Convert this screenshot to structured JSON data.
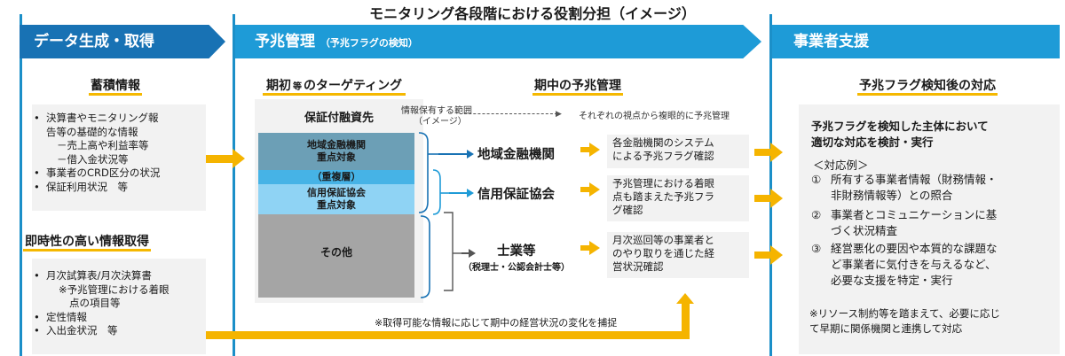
{
  "title": "モニタリング各段階における役割分担（イメージ）",
  "headers": {
    "col1": "データ生成・取得",
    "col2_main": "予兆管理",
    "col2_sub": "（予兆フラグの検知）",
    "col3": "事業者支援"
  },
  "col1": {
    "accum_title": "蓄積情報",
    "accum_items": [
      "決算書やモニタリング報",
      "告等の基礎的な情報",
      "－売上高や利益率等",
      "－借入金状況等",
      "事業者のCRD区分の状況",
      "保証利用状況　等"
    ],
    "realtime_title": "即時性の高い情報取得",
    "realtime_items": [
      "月次試算表/月次決算書",
      "※予兆管理における着眼",
      "点の項目等",
      "定性情報",
      "入出金状況　等"
    ]
  },
  "col2": {
    "targeting_title_a": "期初",
    "targeting_title_small": "等",
    "targeting_title_b": "のターゲティング",
    "midterm_title": "期中の予兆管理",
    "guarantee_title": "保証付融資先",
    "info_range_label": "情報保有する範囲",
    "info_range_sub": "（イメージ）",
    "multi_view_label": "それぞれの視点から複眼的に予兆管理",
    "bars": {
      "regional": "地域金融機関\n重点対象",
      "overlap": "（重複層）",
      "guarantee": "信用保証協会\n重点対象",
      "other": "その他"
    },
    "actors": {
      "regional": "地域金融機関",
      "guarantee": "信用保証協会",
      "professional": "士業等",
      "professional_sub": "（税理士・公認会計士等）"
    },
    "descs": {
      "regional": "各金融機関のシステム\nによる予兆フラグ確認",
      "guarantee": "予兆管理における着眼\n点も踏まえた予兆フラ\nグ確認",
      "professional": "月次巡回等の事業者と\nのやり取りを通じた経\n営状況確認"
    },
    "note": "※取得可能な情報に応じて期中の経営状況の変化を捕捉"
  },
  "col3": {
    "section_title": "予兆フラグ検知後の対応",
    "lead": "予兆フラグを検知した主体において\n適切な対応を検討・実行",
    "example_label": "＜対応例＞",
    "examples": [
      {
        "num": "①",
        "text": "所有する事業者情報（財務情報・\n非財務情報等）との照合"
      },
      {
        "num": "②",
        "text": "事業者とコミュニケーションに基\nづく状況精査"
      },
      {
        "num": "③",
        "text": "経営悪化の要因や本質的な課題な\nど事業者に気付きを与えるなど、\n必要な支援を特定・実行"
      }
    ],
    "note": "※リソース制約等を踏まえて、必要に応じ\nて早期に関係機関と連携して対応"
  },
  "colors": {
    "dark_blue": "#1872b4",
    "light_blue": "#1e9bd7",
    "orange": "#f5b400",
    "bar_regional": "#6c9fb6",
    "bar_overlap": "#46b3e6",
    "bar_guarantee": "#8fd3f4",
    "bar_other": "#a5a5a5"
  }
}
